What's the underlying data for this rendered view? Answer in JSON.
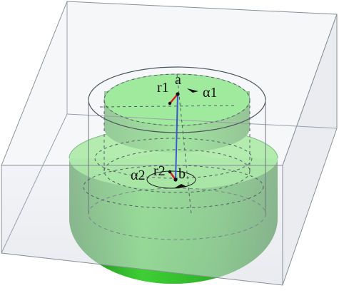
{
  "labels": {
    "r1": "r1",
    "a": "a",
    "alpha1": "α1",
    "alpha2": "α2",
    "r2": "r2",
    "b": "b"
  },
  "colors": {
    "green_face": "#33dd22",
    "green_face_light": "#66ee55",
    "green_side": "#2fb12b",
    "green_dark": "#1b7f1f",
    "box_face": "#dfe3eb",
    "box_top": "#f1f3f7",
    "box_edge": "#8a8f99",
    "axis_blue": "#3a55d6",
    "radius_red": "#d92020",
    "marker_black": "#111111"
  }
}
